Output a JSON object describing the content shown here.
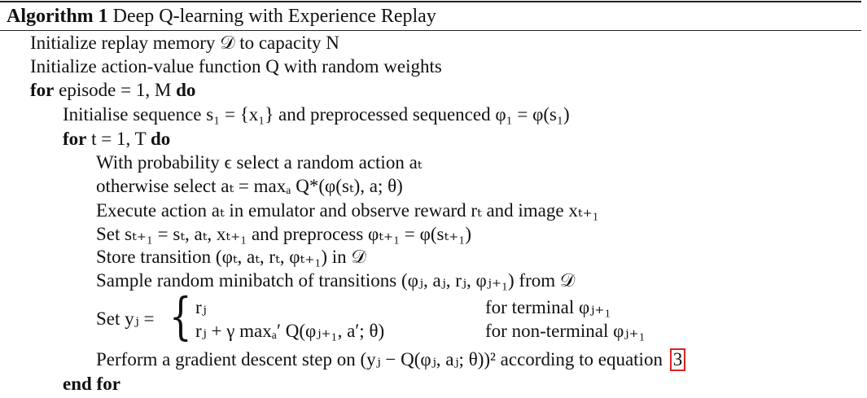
{
  "caption": {
    "label": "Algorithm 1",
    "title": "Deep Q-learning with Experience Replay"
  },
  "keywords": {
    "for": "for",
    "do": "do",
    "end_for": "end for"
  },
  "lines": {
    "l1": "Initialize replay memory 𝒟 to capacity N",
    "l2": "Initialize action-value function Q with random weights",
    "l3_cond": "episode = 1, M",
    "l4": "Initialise sequence s₁ = {x₁} and preprocessed sequenced φ₁ = φ(s₁)",
    "l5_cond": "t = 1, T",
    "l6": "With probability ϵ select a random action aₜ",
    "l7": "otherwise select aₜ = maxₐ Q*(φ(sₜ), a; θ)",
    "l8": "Execute action aₜ in emulator and observe reward rₜ and image xₜ₊₁",
    "l9": "Set sₜ₊₁ = sₜ, aₜ, xₜ₊₁ and preprocess φₜ₊₁ = φ(sₜ₊₁)",
    "l10": "Store transition (φₜ, aₜ, rₜ, φₜ₊₁) in 𝒟",
    "l11": "Sample random minibatch of transitions (φⱼ, aⱼ, rⱼ, φⱼ₊₁) from 𝒟",
    "l12_lhs": "Set yⱼ =",
    "l12_case1_expr": "rⱼ",
    "l12_case1_cond": "for terminal φⱼ₊₁",
    "l12_case2_expr": "rⱼ + γ maxₐ′ Q(φⱼ₊₁, a′; θ)",
    "l12_case2_cond": "for non-terminal φⱼ₊₁",
    "l13": "Perform a gradient descent step on (yⱼ − Q(φⱼ, aⱼ; θ))² according to equation",
    "l13_ref": "3"
  }
}
